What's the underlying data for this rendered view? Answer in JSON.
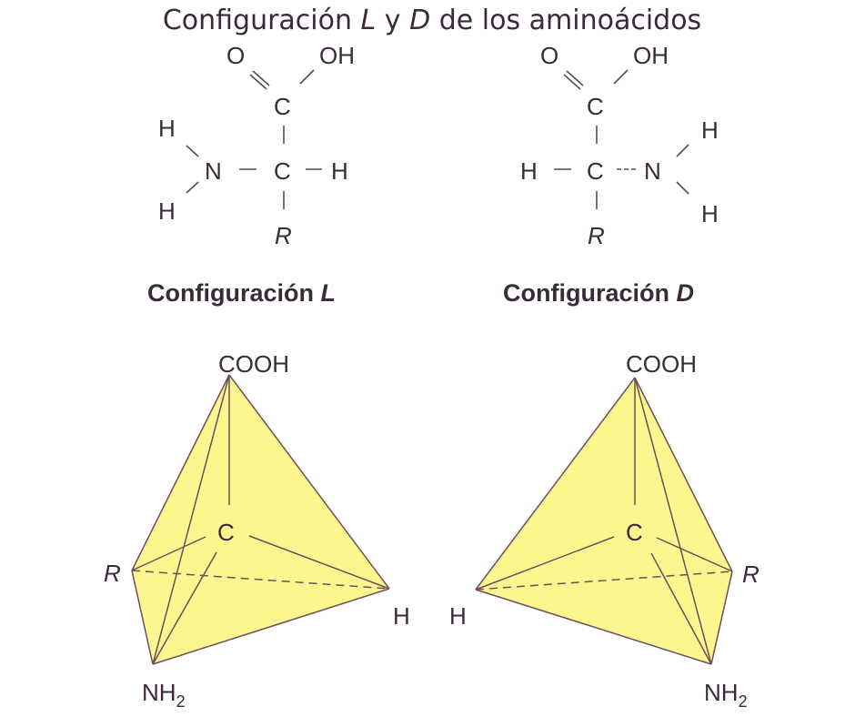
{
  "title": {
    "prefix": "Configuración ",
    "L": "L",
    "middle": " y ",
    "D": "D",
    "suffix": " de los aminoácidos"
  },
  "fischer_L": {
    "O": "O",
    "OH": "OH",
    "C_top": "C",
    "C_center": "C",
    "H_left_top": "H",
    "H_left_bottom": "H",
    "N": "N",
    "H_right": "H",
    "R": "R"
  },
  "fischer_D": {
    "O": "O",
    "OH": "OH",
    "C_top": "C",
    "C_center": "C",
    "H_left": "H",
    "N": "N",
    "H_right_top": "H",
    "H_right_bottom": "H",
    "R": "R"
  },
  "labels": {
    "config_L_prefix": "Configuración ",
    "config_L_letter": "L",
    "config_D_prefix": "Configuración ",
    "config_D_letter": "D"
  },
  "tetra_L": {
    "top": "COOH",
    "center": "C",
    "left": "R",
    "right": "H",
    "bottom": "NH",
    "bottom_sub": "2"
  },
  "tetra_D": {
    "top": "COOH",
    "center": "C",
    "left": "H",
    "right": "R",
    "bottom": "NH",
    "bottom_sub": "2"
  },
  "colors": {
    "face_yellow": "#fbf78e",
    "edge": "#6e4e5a",
    "text": "#3a2a3a"
  }
}
